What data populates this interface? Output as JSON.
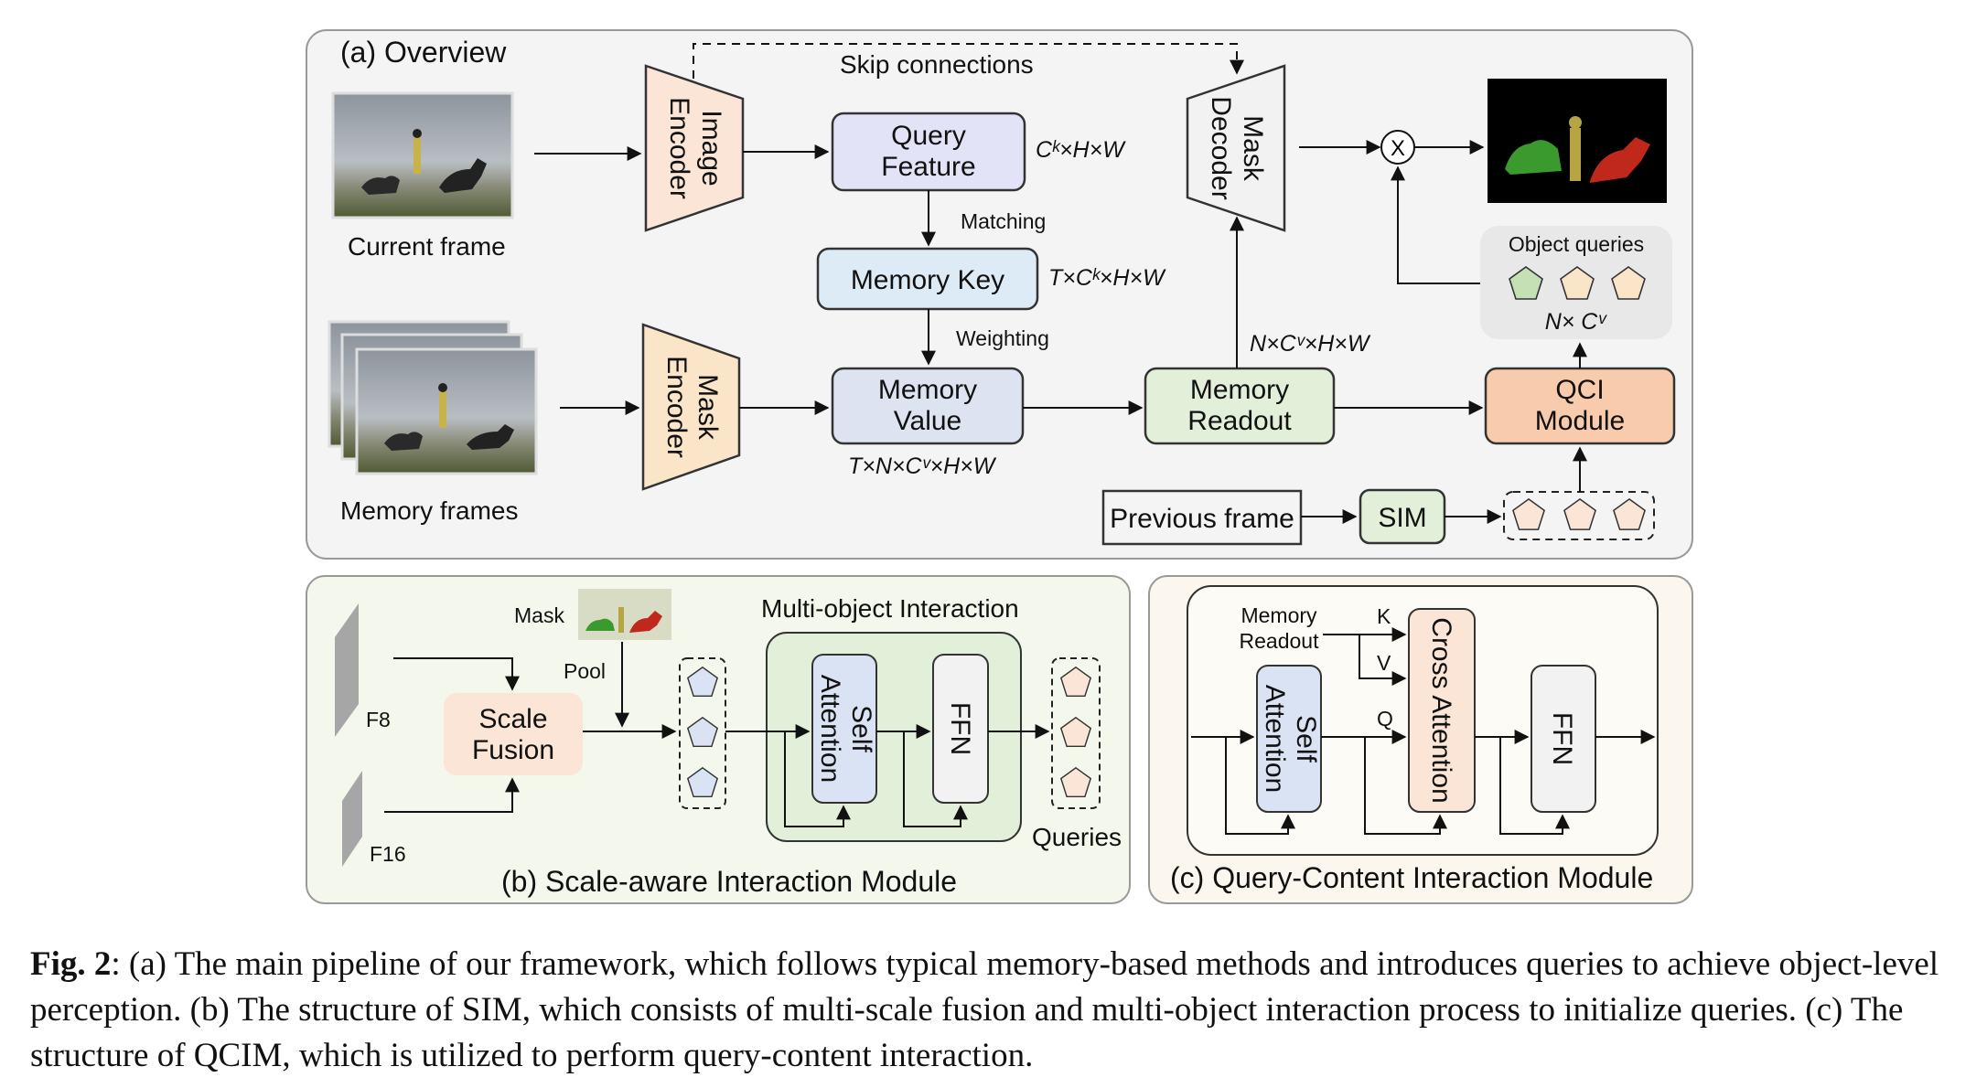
{
  "overview": {
    "title": "(a) Overview",
    "current_frame": "Current frame",
    "memory_frames": "Memory frames",
    "image_encoder": [
      "Image",
      "Encoder"
    ],
    "mask_encoder": [
      "Mask",
      "Encoder"
    ],
    "mask_decoder": [
      "Mask",
      "Decoder"
    ],
    "skip_connections": "Skip connections",
    "query_feature": [
      "Query",
      "Feature"
    ],
    "query_feature_dim": "Cᵏ×H×W",
    "matching": "Matching",
    "memory_key": "Memory Key",
    "memory_key_dim": "T×Cᵏ×H×W",
    "weighting": "Weighting",
    "memory_value": [
      "Memory",
      "Value"
    ],
    "memory_value_dim": "T×N×Cᵛ×H×W",
    "memory_readout": [
      "Memory",
      "Readout"
    ],
    "readout_dim": "N×Cᵛ×H×W",
    "multiply": "X",
    "object_queries": "Object queries",
    "object_queries_dim": "N× Cᵛ",
    "qci_module": [
      "QCI",
      "Module"
    ],
    "previous_frame": "Previous frame",
    "sim": "SIM"
  },
  "sim_panel": {
    "title": "(b) Scale-aware Interaction Module",
    "f8": "F8",
    "f16": "F16",
    "mask": "Mask",
    "pool": "Pool",
    "scale_fusion": [
      "Scale",
      "Fusion"
    ],
    "multi_object": "Multi-object Interaction",
    "self_attention": [
      "Self",
      "Attention"
    ],
    "ffn": "FFN",
    "queries": "Queries"
  },
  "qcim_panel": {
    "title": "(c) Query-Content Interaction Module",
    "memory_readout": [
      "Memory",
      "Readout"
    ],
    "k": "K",
    "v": "V",
    "q": "Q",
    "self_attention": [
      "Self",
      "Attention"
    ],
    "cross_attention": "Cross Attention",
    "ffn": "FFN"
  },
  "caption": {
    "label": "Fig. 2",
    "text": ": (a) The main pipeline of our framework, which follows typical memory-based methods and introduces queries to achieve object-level perception. (b) The structure of SIM, which consists of multi-scale fusion and multi-object interaction process to initialize queries. (c) The structure of QCIM, which is utilized to perform query-content interaction."
  },
  "colors": {
    "encoder_fill": "#fbe5d6",
    "query_fill": "#e3e3f7",
    "memory_key_fill": "#ddebf7",
    "memory_value_fill": "#dee3f2",
    "readout_fill": "#e2f0d9",
    "qci_fill": "#f8cbad",
    "pentagon_green": "#c5e0b4",
    "pentagon_cream": "#fbe5c8",
    "pentagon_blue": "#dae3f3",
    "pentagon_peach": "#fbe5d6",
    "panel_bg": "#f3f3f3",
    "sim_panel_bg": "#f4f7ec",
    "qcim_panel_bg": "#fbf7ee"
  }
}
